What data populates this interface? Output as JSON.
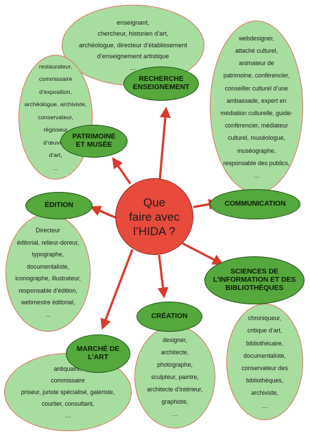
{
  "center": {
    "lines": [
      "Que",
      "faire avec",
      "l’HIDA ?"
    ]
  },
  "colors": {
    "center_fill": "#e84a3c",
    "node_fill": "#55a83c",
    "blob_fill": "#a8dda0",
    "arrow": "#d93a2a",
    "blob_border": "#d9705a"
  },
  "nodes": {
    "recherche": {
      "lines": [
        "RECHERCHE",
        "ENSEIGNEMENT"
      ]
    },
    "patrimoine": {
      "lines": [
        "PATRIMOINE",
        "ET MUSÉE"
      ]
    },
    "edition": {
      "lines": [
        "ÉDITION"
      ]
    },
    "communication": {
      "lines": [
        "COMMUNICATION"
      ]
    },
    "sciences": {
      "lines": [
        "SCIENCES DE",
        "L’INFORMATION ET DES",
        "BIBLIOTHÈQUES"
      ]
    },
    "creation": {
      "lines": [
        "CRÉATION"
      ]
    },
    "marche": {
      "lines": [
        "MARCHÉ DE",
        "L’ART"
      ]
    }
  },
  "blobs": {
    "recherche": {
      "lines": [
        "enseignant,",
        "chercheur, historien d’art,",
        "archéologue, directeur d’établissement",
        "d’enseignement artistique",
        "…"
      ]
    },
    "patrimoine": {
      "lines": [
        "restaurateur,",
        "commissaire",
        "d’exposition,",
        "archéologue, archiviste,",
        "conservateur,",
        "régisseur",
        "d’œuvres",
        "d’art,",
        "…"
      ]
    },
    "communication": {
      "lines": [
        "webdesigner,",
        "attaché culturel,",
        "animateur de",
        "patrimoine, conférencier,",
        "conseiller culturel d’une",
        "ambassade, expert en",
        "médiation culturelle, guide-",
        "conférencier, médiateur",
        "culturel, muséologue,",
        "muséographe,",
        "responsable des publics,",
        "…"
      ]
    },
    "edition": {
      "lines": [
        "Directeur",
        "éditorial, relieur-doreur,",
        "typographe,",
        "documentaliste,",
        "iconographe, illustrateur,",
        "responsable d’édition,",
        "webmestre éditorial,",
        "…"
      ]
    },
    "sciences": {
      "lines": [
        "chroniqueur,",
        "critique d’art,",
        "bibliothécaire,",
        "documentaliste,",
        "conservateur des",
        "bibliothèques,",
        "archiviste,",
        "…"
      ]
    },
    "creation": {
      "lines": [
        "designer,",
        "architecte,",
        "photographe,",
        "sculpteur, paintre,",
        "architecte d’intérieur,",
        "graphiste,",
        "…"
      ]
    },
    "marche": {
      "lines": [
        "antiquaire,",
        "commissaire",
        "priseur,  juriste spécialisé, galeriste,",
        "courtier,  consultant,",
        "…"
      ]
    }
  }
}
